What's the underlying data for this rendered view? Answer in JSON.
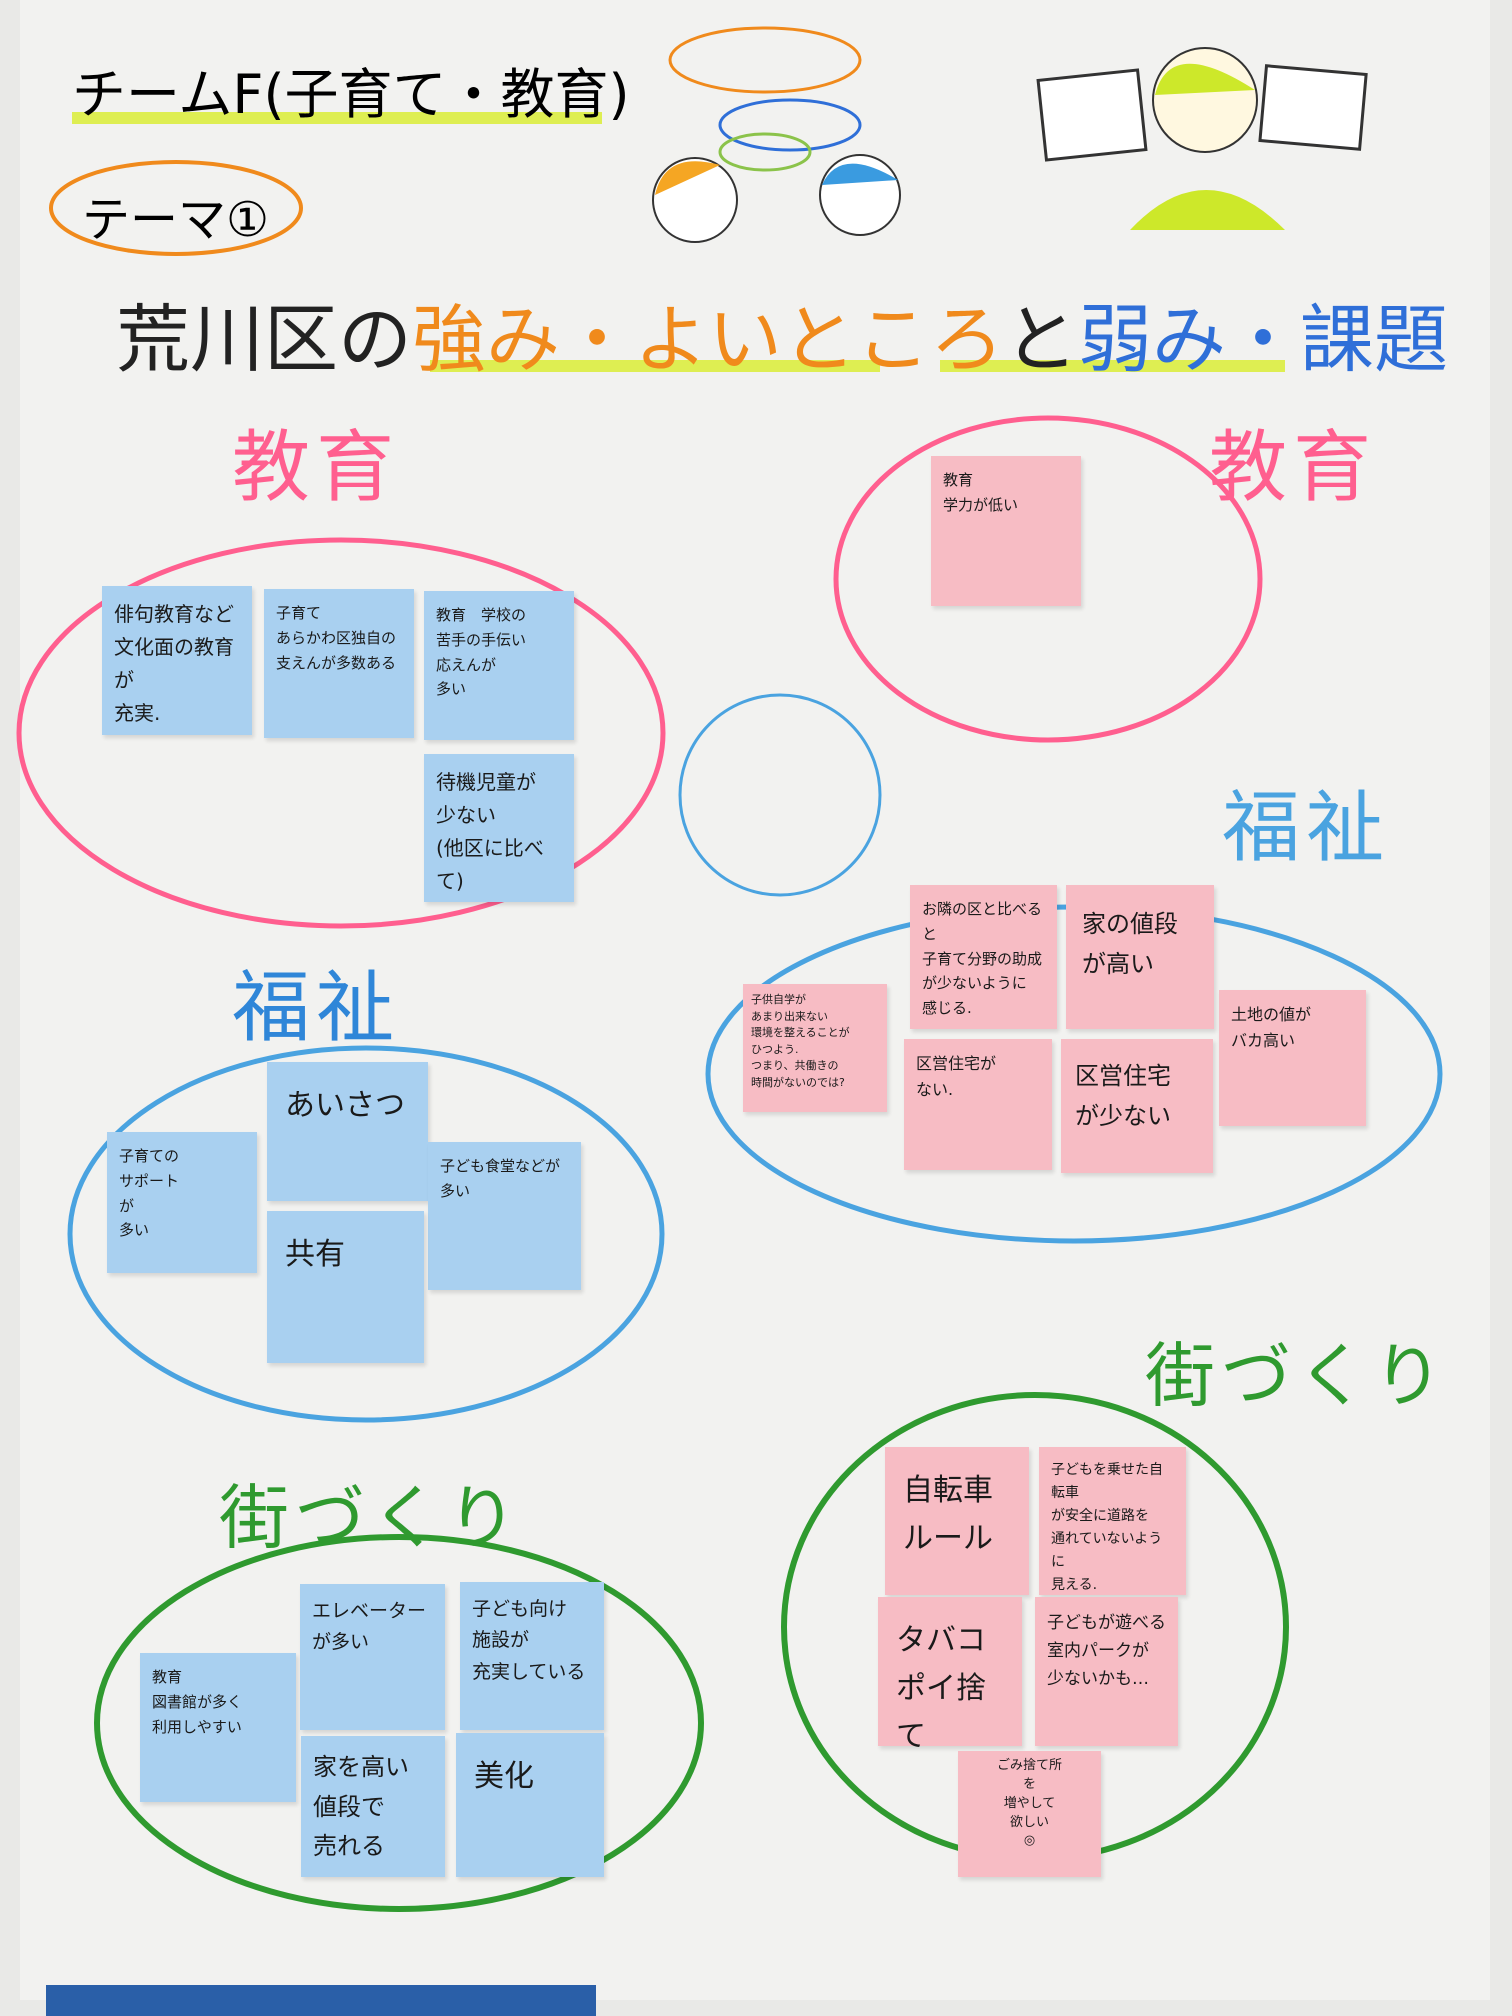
{
  "header": {
    "team": "チームF(子育て・教育)",
    "theme": "テーマ①",
    "title_part1": "荒川区の",
    "title_strengths": "強み・よいところ",
    "title_part2": "と",
    "title_weaknesses": "弱み・課題"
  },
  "colors": {
    "pink": "#ff5f8f",
    "blue": "#4aa3e0",
    "green": "#2f9a2f",
    "orange": "#f08a1c",
    "yellow": "#d8ec2a",
    "note_blue": "#a9d0f0",
    "note_pink": "#f7bcc4"
  },
  "sections": {
    "education_strengths": {
      "title": "教育",
      "notes": [
        "俳句教育など\n文化面の教育が\n充実.",
        "子育て\nあらかわ区独自の\n支えんが多数ある",
        "教育　学校の\n苦手の手伝い\n応えんが\n多い",
        "待機児童が\n少ない\n(他区に比べて)"
      ]
    },
    "education_weaknesses": {
      "title": "教育",
      "notes": [
        "教育\n学力が低い"
      ]
    },
    "welfare_strengths": {
      "title": "福祉",
      "notes": [
        "子育ての\nサポート\nが\n多い",
        "あいさつ",
        "子ども食堂などが\n多い",
        "共有"
      ]
    },
    "welfare_weaknesses": {
      "title": "福祉",
      "notes": [
        "お隣の区と比べると\n子育て分野の助成\nが少ないように\n感じる.",
        "家の値段\nが高い",
        "子供自学が\nあまり出来ない\n環境を整えることが\nひつよう.\nつまり、共働きの\n時間がないのでは?",
        "区営住宅が\nない.",
        "区営住宅\nが少ない",
        "土地の値が\nバカ高い"
      ]
    },
    "town_strengths": {
      "title": "街づくり",
      "notes": [
        "教育\n図書館が多く\n利用しやすい",
        "エレベーター\nが多い",
        "子ども向け\n施設が\n充実している",
        "家を高い\n値段で\n売れる",
        "美化"
      ]
    },
    "town_weaknesses": {
      "title": "街づくり",
      "notes": [
        "自転車\nルール",
        "子どもを乗せた自転車\nが安全に道路を\n通れていないように\n見える.",
        "タバコ\nポイ捨て",
        "子どもが遊べる\n室内パークが\n少ないかも…",
        "ごみ捨て所\nを\n増やして\n欲しい\n◎"
      ]
    }
  }
}
